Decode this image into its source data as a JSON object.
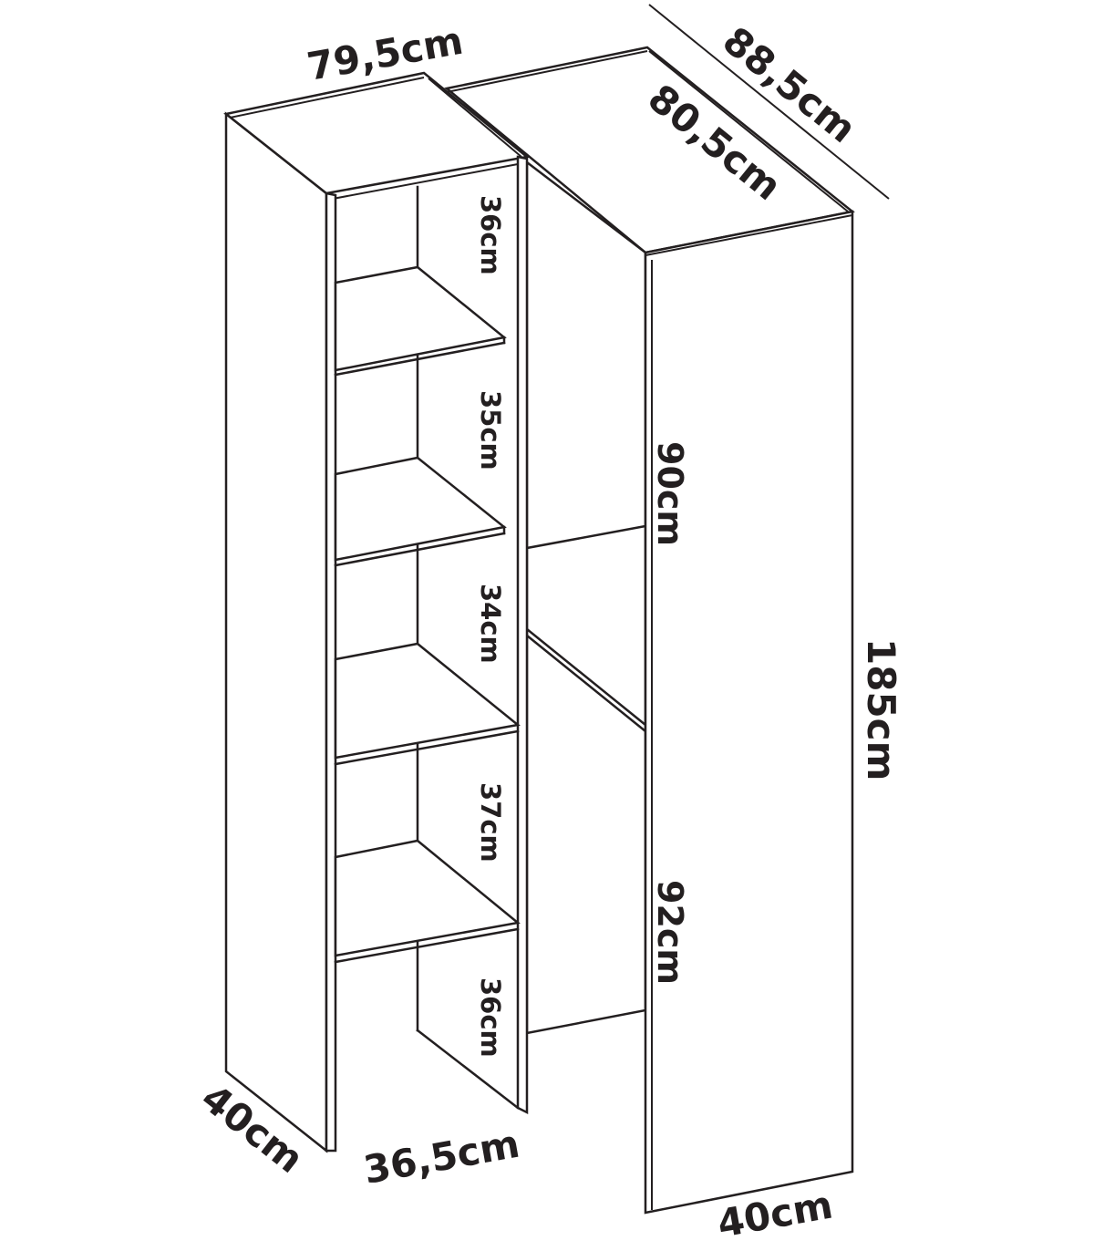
{
  "diagram": {
    "dimensions": {
      "top_width_left": "79,5cm",
      "outer_depth": "88,5cm",
      "inner_depth": "80,5cm",
      "total_height": "185cm",
      "left_depth": "40cm",
      "shelf_width": "36,5cm",
      "right_width": "40cm",
      "upper_compartment": "90cm",
      "lower_compartment": "92cm"
    },
    "shelf_heights": [
      "36cm",
      "35cm",
      "34cm",
      "37cm",
      "36cm"
    ]
  }
}
